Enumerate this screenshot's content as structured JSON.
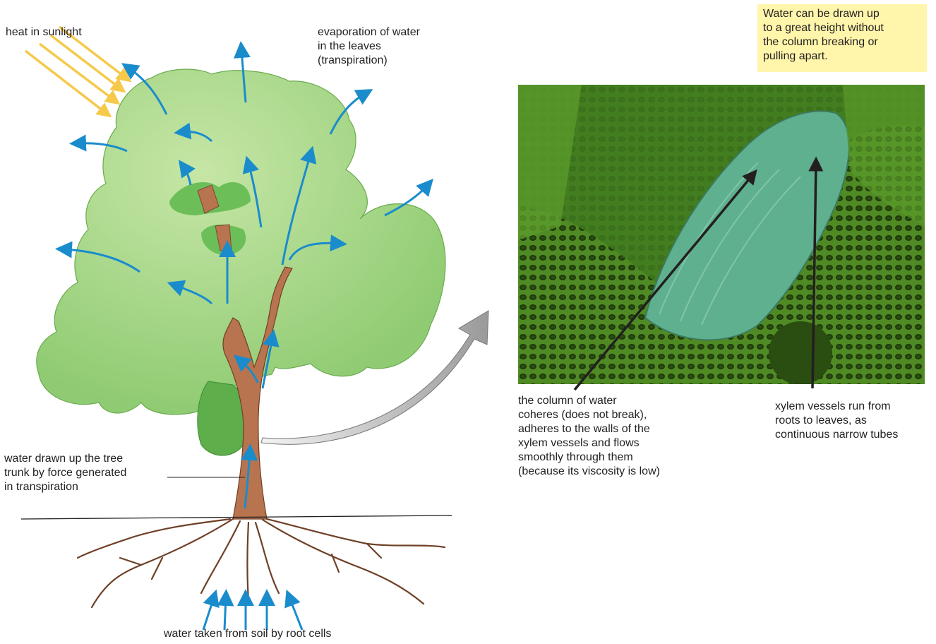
{
  "labels": {
    "sunlight": "heat in sunlight",
    "evaporation": "evaporation of water\nin the leaves\n(transpiration)",
    "trunk": "water drawn up the tree\ntrunk by force generated\nin transpiration",
    "roots": "water taken from soil by root cells",
    "callout": "Water can be drawn up\nto a great height without\nthe column breaking or\npulling apart.",
    "cohesion": "the column of water\ncoheres (does not break),\nadheres to the walls of the\nxylem vessels and flows\nsmoothly through them\n(because its viscosity is low)",
    "xylem": "xylem vessels run from\nroots to leaves, as\ncontinuous narrow tubes"
  },
  "colors": {
    "foliage": "#a8d68a",
    "foliage_dark": "#6cbf58",
    "trunk": "#b8744f",
    "water_arrow": "#1a8ccc",
    "sunlight": "#f6c94a",
    "callout_bg": "#fff5ab",
    "sem_green": "#5e9a2e",
    "vessel": "#5fb08f"
  },
  "icons": {
    "sunlight": "sunlight-arrows-icon",
    "water": "water-flow-arrow-icon",
    "pointer": "callout-arrow-icon"
  }
}
